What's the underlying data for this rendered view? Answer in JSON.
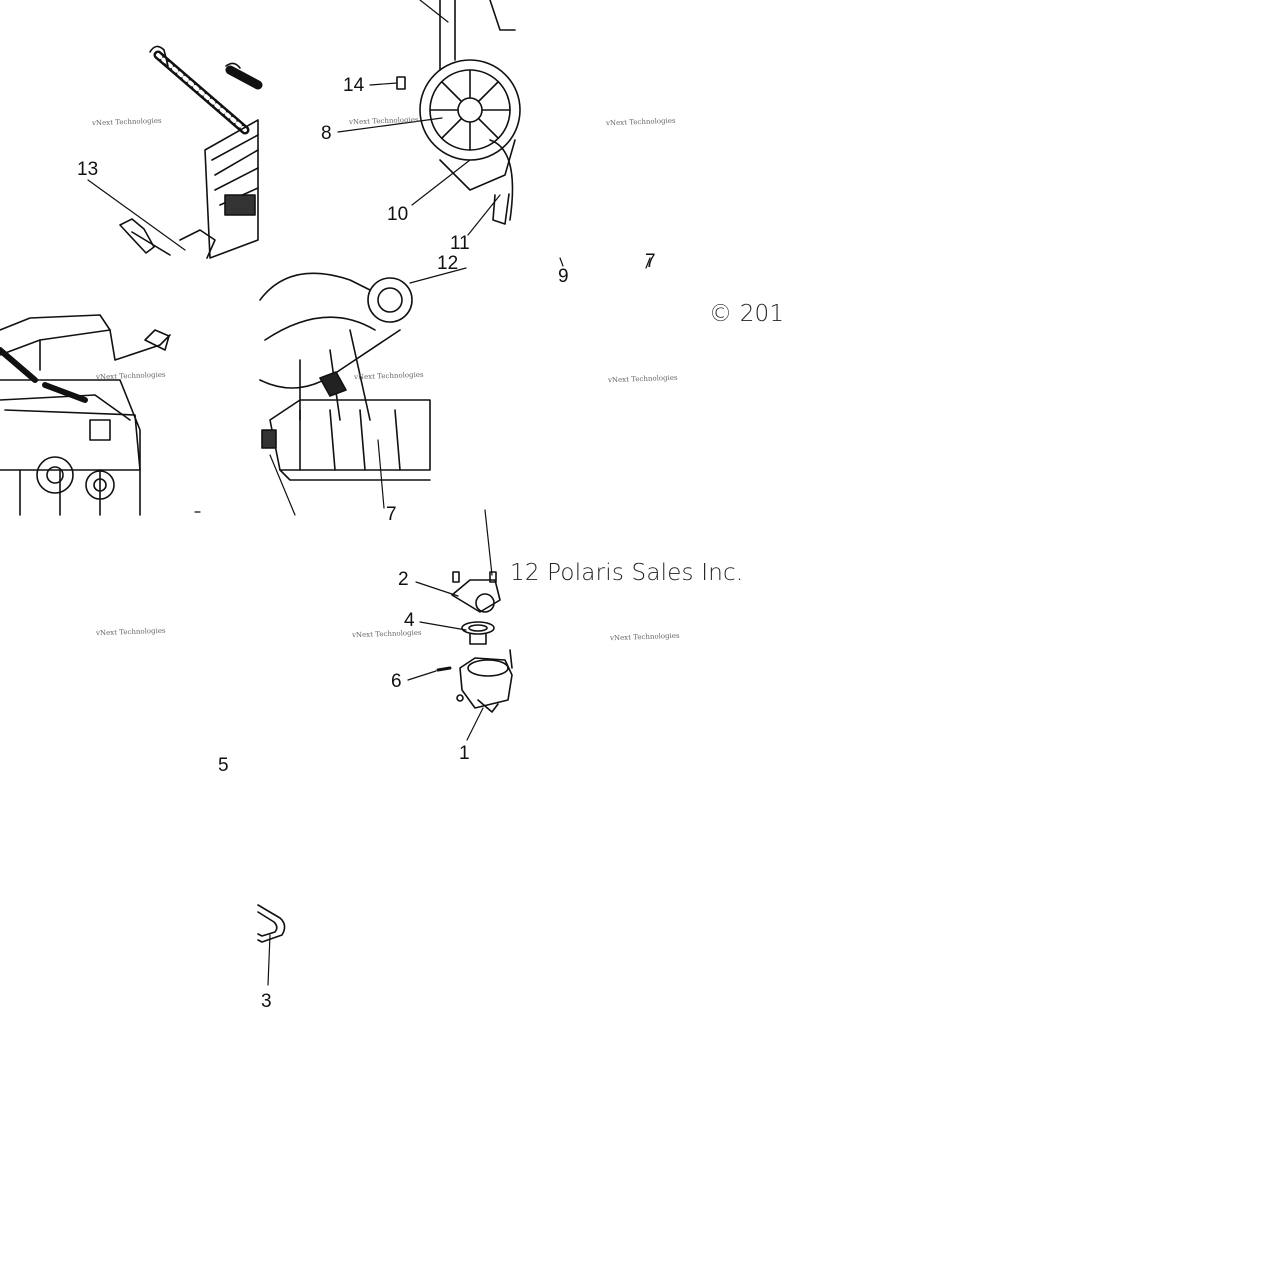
{
  "diagram": {
    "callouts": {
      "c1": "1",
      "c2": "2",
      "c3": "3",
      "c4": "4",
      "c5": "5",
      "c6": "6",
      "c7a": "7",
      "c7b": "7",
      "c8": "8",
      "c9": "9",
      "c10": "10",
      "c11": "11",
      "c12": "12",
      "c13": "13",
      "c14": "14"
    },
    "copyright": {
      "part1": "© 201",
      "part2": "12 Polaris Sales Inc."
    },
    "watermark": "vNext Technologies"
  }
}
